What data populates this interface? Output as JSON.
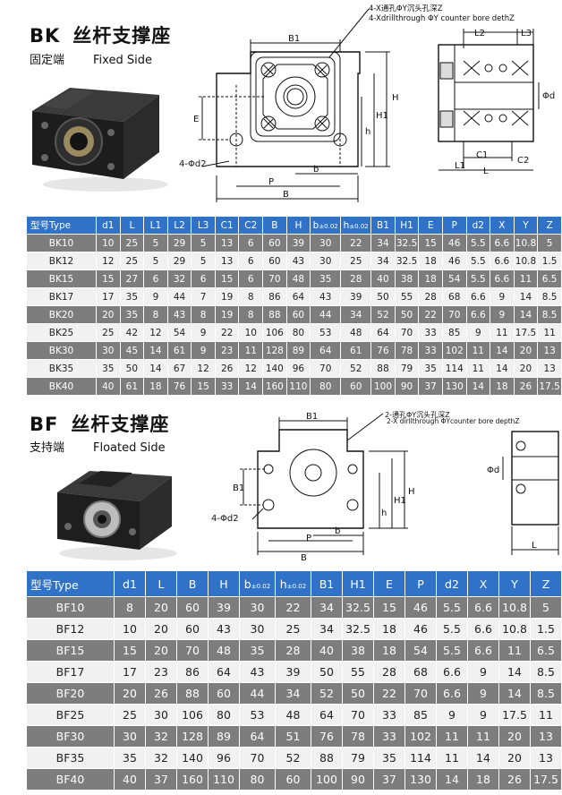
{
  "bk": {
    "title_code": "BK",
    "title_cn": "丝杆支撑座",
    "subtitle_cn": "固定端",
    "subtitle_en": "Fixed Side",
    "drawing_labels": {
      "note1": "4-X通孔ΦY沉头孔深Z",
      "note2": "4-Xdrillthrough ΦY counter bore dethZ",
      "B1": "B1",
      "H": "H",
      "H1": "H1",
      "h": "h",
      "E": "E",
      "b": "b",
      "P": "P",
      "B": "B",
      "d2": "4-Φd2",
      "L1": "L1",
      "L2": "L2",
      "L3": "L3",
      "C1": "C1",
      "C2": "C2",
      "L": "L",
      "d": "Φd"
    },
    "headers": [
      "型号Type",
      "d1",
      "L",
      "L1",
      "L2",
      "L3",
      "C1",
      "C2",
      "B",
      "H",
      "b",
      "h",
      "B1",
      "H1",
      "E",
      "P",
      "d2",
      "X",
      "Y",
      "Z"
    ],
    "tolerance": "±0.02",
    "rows": [
      [
        "BK10",
        "10",
        "25",
        "5",
        "29",
        "5",
        "13",
        "6",
        "60",
        "39",
        "30",
        "22",
        "34",
        "32.5",
        "15",
        "46",
        "5.5",
        "6.6",
        "10.8",
        "5"
      ],
      [
        "BK12",
        "12",
        "25",
        "5",
        "29",
        "5",
        "13",
        "6",
        "60",
        "43",
        "30",
        "25",
        "34",
        "32.5",
        "18",
        "46",
        "5.5",
        "6.6",
        "10.8",
        "1.5"
      ],
      [
        "BK15",
        "15",
        "27",
        "6",
        "32",
        "6",
        "15",
        "6",
        "70",
        "48",
        "35",
        "28",
        "40",
        "38",
        "18",
        "54",
        "5.5",
        "6.6",
        "11",
        "6.5"
      ],
      [
        "BK17",
        "17",
        "35",
        "9",
        "44",
        "7",
        "19",
        "8",
        "86",
        "64",
        "43",
        "39",
        "50",
        "55",
        "28",
        "68",
        "6.6",
        "9",
        "14",
        "8.5"
      ],
      [
        "BK20",
        "20",
        "35",
        "8",
        "43",
        "8",
        "19",
        "8",
        "88",
        "60",
        "44",
        "34",
        "52",
        "50",
        "22",
        "70",
        "6.6",
        "9",
        "14",
        "8.5"
      ],
      [
        "BK25",
        "25",
        "42",
        "12",
        "54",
        "9",
        "22",
        "10",
        "106",
        "80",
        "53",
        "48",
        "64",
        "70",
        "33",
        "85",
        "9",
        "11",
        "17.5",
        "11"
      ],
      [
        "BK30",
        "30",
        "45",
        "14",
        "61",
        "9",
        "23",
        "11",
        "128",
        "89",
        "64",
        "61",
        "76",
        "78",
        "33",
        "102",
        "11",
        "14",
        "20",
        "13"
      ],
      [
        "BK35",
        "35",
        "50",
        "14",
        "67",
        "12",
        "26",
        "12",
        "140",
        "96",
        "70",
        "52",
        "88",
        "79",
        "35",
        "114",
        "11",
        "14",
        "20",
        "13"
      ],
      [
        "BK40",
        "40",
        "61",
        "18",
        "76",
        "15",
        "33",
        "14",
        "160",
        "110",
        "80",
        "60",
        "100",
        "90",
        "37",
        "130",
        "14",
        "18",
        "26",
        "17.5"
      ]
    ]
  },
  "bf": {
    "title_code": "BF",
    "title_cn": "丝杆支撑座",
    "subtitle_cn": "支持端",
    "subtitle_en": "Floated Side",
    "drawing_labels": {
      "note1": "2-通孔ΦY沉头孔深Z",
      "note2": "2-X dirllthrough ΦYcounter bore depthZ",
      "B1": "B1",
      "H": "H",
      "H1": "H1",
      "h": "h",
      "b": "b",
      "P": "P",
      "B": "B",
      "d2": "4-Φd2",
      "d": "Φd",
      "L": "L"
    },
    "headers": [
      "型号Type",
      "d1",
      "L",
      "B",
      "H",
      "b",
      "h",
      "B1",
      "H1",
      "E",
      "P",
      "d2",
      "X",
      "Y",
      "Z"
    ],
    "tolerance": "±0.02",
    "rows": [
      [
        "BF10",
        "8",
        "20",
        "60",
        "39",
        "30",
        "22",
        "34",
        "32.5",
        "15",
        "46",
        "5.5",
        "6.6",
        "10.8",
        "5"
      ],
      [
        "BF12",
        "10",
        "20",
        "60",
        "43",
        "30",
        "25",
        "34",
        "32.5",
        "18",
        "46",
        "5.5",
        "6.6",
        "10.8",
        "1.5"
      ],
      [
        "BF15",
        "15",
        "20",
        "70",
        "48",
        "35",
        "28",
        "40",
        "38",
        "18",
        "54",
        "5.5",
        "6.6",
        "11",
        "6.5"
      ],
      [
        "BF17",
        "17",
        "23",
        "86",
        "64",
        "43",
        "39",
        "50",
        "55",
        "28",
        "68",
        "6.6",
        "9",
        "14",
        "8.5"
      ],
      [
        "BF20",
        "20",
        "26",
        "88",
        "60",
        "44",
        "34",
        "52",
        "50",
        "22",
        "70",
        "6.6",
        "9",
        "14",
        "8.5"
      ],
      [
        "BF25",
        "25",
        "30",
        "106",
        "80",
        "53",
        "48",
        "64",
        "70",
        "33",
        "85",
        "9",
        "9",
        "17.5",
        "11"
      ],
      [
        "BF30",
        "30",
        "32",
        "128",
        "89",
        "64",
        "51",
        "76",
        "78",
        "33",
        "102",
        "11",
        "11",
        "20",
        "13"
      ],
      [
        "BF35",
        "35",
        "32",
        "140",
        "96",
        "70",
        "52",
        "88",
        "79",
        "35",
        "114",
        "11",
        "14",
        "20",
        "13"
      ],
      [
        "BF40",
        "40",
        "37",
        "160",
        "110",
        "80",
        "60",
        "100",
        "90",
        "37",
        "130",
        "14",
        "18",
        "26",
        "17.5"
      ]
    ]
  }
}
